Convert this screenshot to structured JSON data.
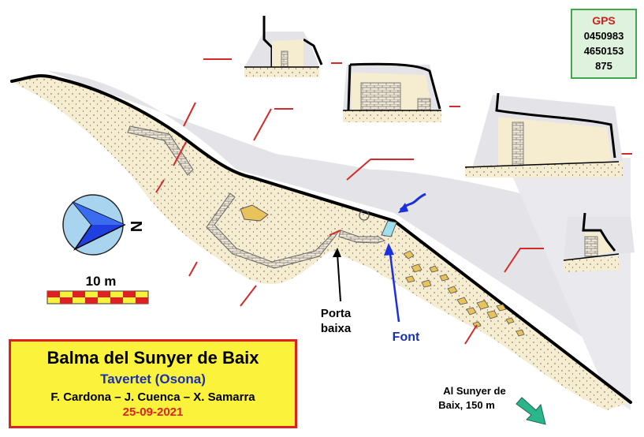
{
  "title": {
    "name": "Balma del Sunyer de Baix",
    "location": "Tavertet (Osona)",
    "authors": "F. Cardona –  J. Cuenca – X. Samarra",
    "date": "25-09-2021"
  },
  "gps": {
    "label": "GPS",
    "x": "0450983",
    "y": "4650153",
    "altitude": "875"
  },
  "scale": {
    "label": "10 m"
  },
  "compass": {
    "north_letter": "N"
  },
  "labels": {
    "porta_line1": "Porta",
    "porta_line2": "baixa",
    "font": "Font",
    "route_line1": "Al Sunyer de",
    "route_line2": "Baix, 150 m"
  },
  "colors": {
    "floor": "#f6ecd0",
    "wall": "#000000",
    "title_bg": "#fbf33b",
    "title_border": "#e02020",
    "location_text": "#1a2fb0",
    "date_text": "#e02020",
    "gps_bg": "#dff2dd",
    "gps_border": "#3ea84a",
    "compass_fill": "#a9d4ef",
    "compass_arrow": "#1f3fe0",
    "water": "#9fe0ee",
    "font_arrow": "#1a2fe0",
    "route_arrow": "#2bb58a",
    "section_line": "#d42a2a"
  }
}
